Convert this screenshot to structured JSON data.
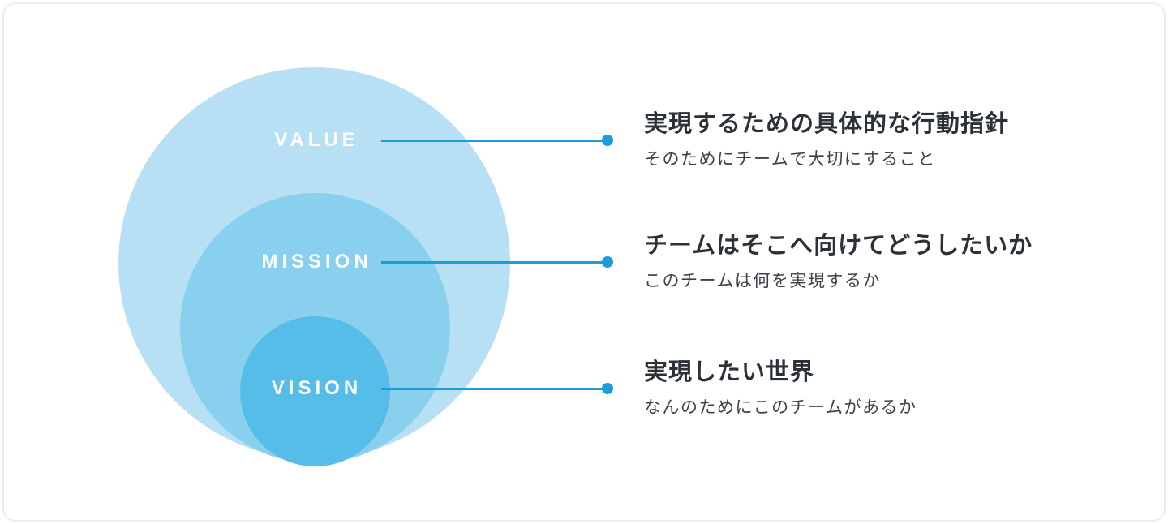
{
  "frame": {
    "background_color": "#ffffff",
    "border_color": "#ececec"
  },
  "diagram": {
    "connector_color": "#1E9CD7",
    "rings": [
      {
        "label": "VALUE",
        "color": "#B7E0F4",
        "diameter": 483
      },
      {
        "label": "MISSION",
        "color": "#89CFEE",
        "diameter": 333
      },
      {
        "label": "VISION",
        "color": "#55BDE8",
        "diameter": 185
      }
    ]
  },
  "annotations": [
    {
      "title": "実現するための具体的な行動指針",
      "subtitle": "そのためにチームで大切にすること"
    },
    {
      "title": "チームはそこへ向けてどうしたいか",
      "subtitle": "このチームは何を実現するか"
    },
    {
      "title": "実現したい世界",
      "subtitle": "なんのためにこのチームがあるか"
    }
  ]
}
